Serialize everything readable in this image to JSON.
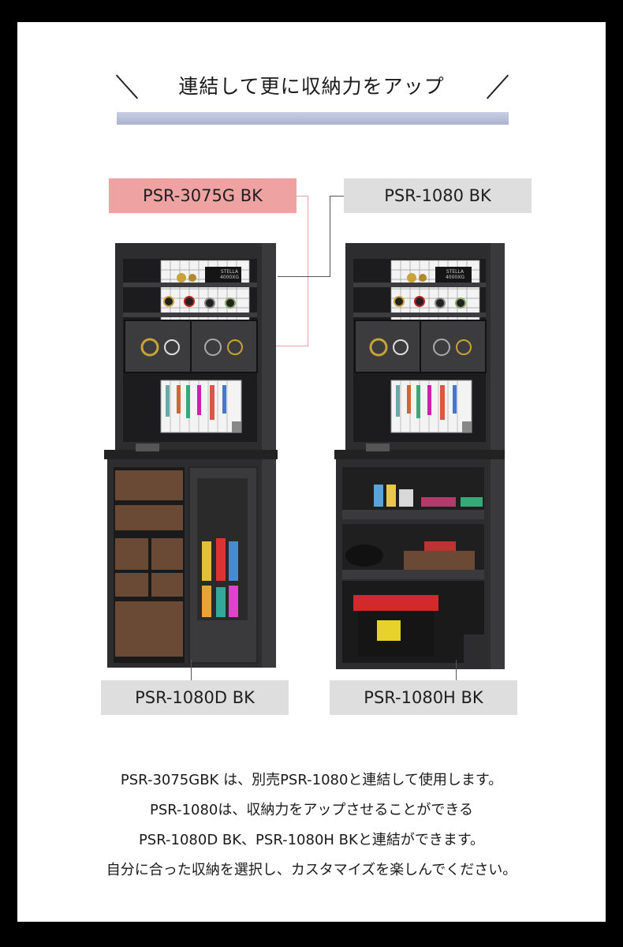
{
  "heading": {
    "title": "連結して更に収納力をアップ"
  },
  "labels": {
    "top_left": "PSR-3075G BK",
    "top_right": "PSR-1080 BK",
    "bottom_left": "PSR-1080D BK",
    "bottom_right": "PSR-1080H BK"
  },
  "product_box": {
    "brand": "STELLA",
    "model": "4000XG"
  },
  "description": [
    "PSR-3075GBK は、別売PSR-1080と連結して使用します。",
    "PSR-1080は、収納力をアップさせることができる",
    "PSR-1080D BK、PSR-1080H BKと連結ができます。",
    "自分に合った収納を選択し、カスタマイズを楽しんでください。"
  ],
  "colors": {
    "frame": "#000000",
    "background": "#ffffff",
    "accent_pink": "#eea2a2",
    "label_gray": "#dedede",
    "heading_bar": "#b3bad4",
    "shelf_wood": "#2d2d2f",
    "toolbox_red": "#d22a2a",
    "basket_brown": "#6a4a34"
  }
}
